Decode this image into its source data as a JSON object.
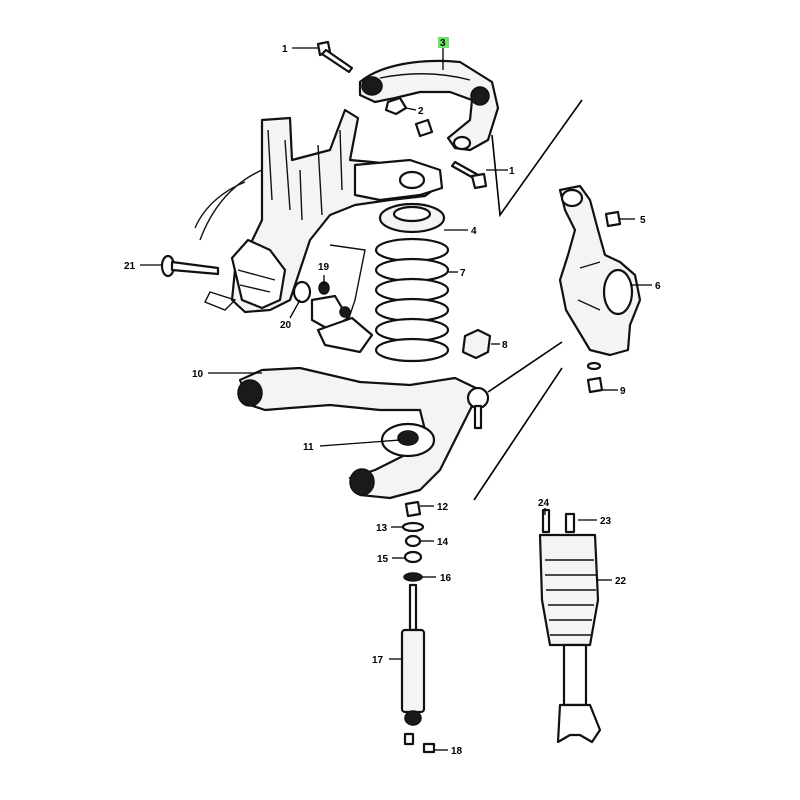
{
  "diagram": {
    "highlight_color": "#6ee36a",
    "highlighted_callout": "3",
    "callouts": {
      "c1a": "1",
      "c1b": "1",
      "c2": "2",
      "c3": "3",
      "c4": "4",
      "c5": "5",
      "c6": "6",
      "c7": "7",
      "c8": "8",
      "c9": "9",
      "c10": "10",
      "c11": "11",
      "c12": "12",
      "c13": "13",
      "c14": "14",
      "c15": "15",
      "c16": "16",
      "c17": "17",
      "c18": "18",
      "c19": "19",
      "c20": "20",
      "c21": "21",
      "c22": "22",
      "c23": "23",
      "c24": "24"
    }
  }
}
